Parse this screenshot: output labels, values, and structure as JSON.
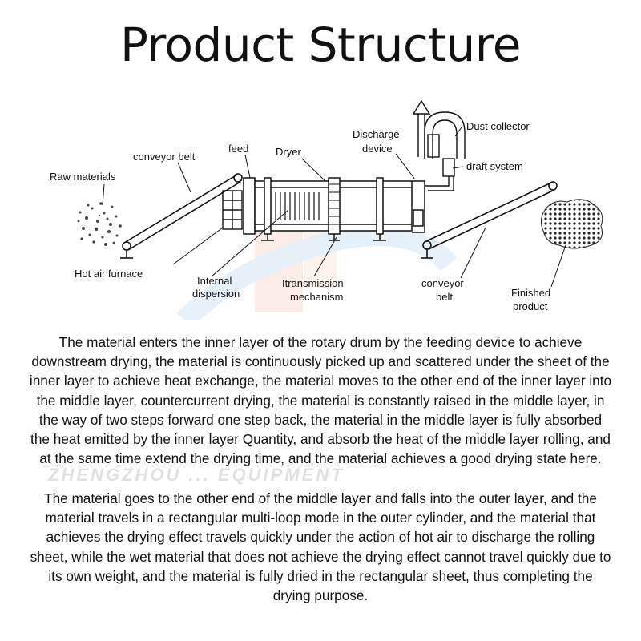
{
  "title": "Product Structure",
  "labels": {
    "raw_materials": "Raw materials",
    "conveyor_belt_top": "conveyor belt",
    "feed": "feed",
    "dryer": "Dryer",
    "discharge_1": "Discharge",
    "discharge_2": "device",
    "dust_collector": "Dust collector",
    "draft_system": "draft system",
    "hot_air_furnace": "Hot air furnace",
    "internal_1": "Internal",
    "internal_2": "dispersion",
    "transmission_1": "Itransmission",
    "transmission_2": "mechanism",
    "conveyor_bottom_1": "conveyor",
    "conveyor_bottom_2": "belt",
    "finished_1": "Finished",
    "finished_2": "product"
  },
  "paragraphs": [
    "The material enters the inner layer of the rotary drum by the feeding device to achieve downstream drying, the material is continuously picked up and scattered under the sheet of the inner layer to achieve heat exchange, the material moves to the other end of the inner layer into the middle layer, countercurrent drying, the material is constantly raised in the middle layer, in the way of two steps forward one step back, the material in the middle layer is fully absorbed the heat emitted by the inner layer Quantity, and absorb the heat of the middle layer rolling, and at the same time extend the drying time, and the material achieves a good drying state here.",
    "The material goes to the other end of the middle layer and falls into the outer layer, and the material travels in a rectangular multi-loop mode in the outer cylinder, and the material that achieves the drying effect travels quickly under the action of hot air to discharge the rolling sheet, while the wet material that does not achieve the drying effect cannot travel quickly due to its own weight, and the material is fully dried in the rectangular sheet, thus completing the drying purpose."
  ],
  "watermark": "ZHENGZHOU ... EQUIPMENT"
}
